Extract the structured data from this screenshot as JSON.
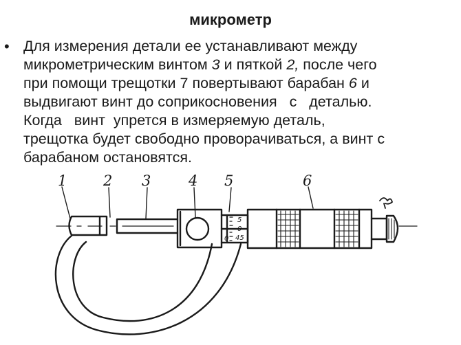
{
  "title": "микрометр",
  "bullet": "•",
  "paragraph": {
    "l1": "Для измерения детали ее устанавливают между",
    "l2a": "микрометрическим винтом ",
    "l2b": "3",
    "l2c": " и пяткой ",
    "l2d": "2,",
    "l2e": " после чего",
    "l3a": "при помощи трещотки 7 повертывают барабан ",
    "l3b": "6",
    "l3c": " и",
    "l4": "выдвигают винт до соприкосновения   с   деталью.",
    "l5": "Когда   винт  упрется в измеряемую деталь,",
    "l6": "трещотка будет свободно проворачиваться, а винт с",
    "l7": "барабаном остановятся."
  },
  "diagram": {
    "labels": [
      "1",
      "2",
      "3",
      "4",
      "5",
      "6"
    ],
    "scale_marks": [
      "5",
      "0",
      "45"
    ],
    "scale_zero": "0"
  }
}
